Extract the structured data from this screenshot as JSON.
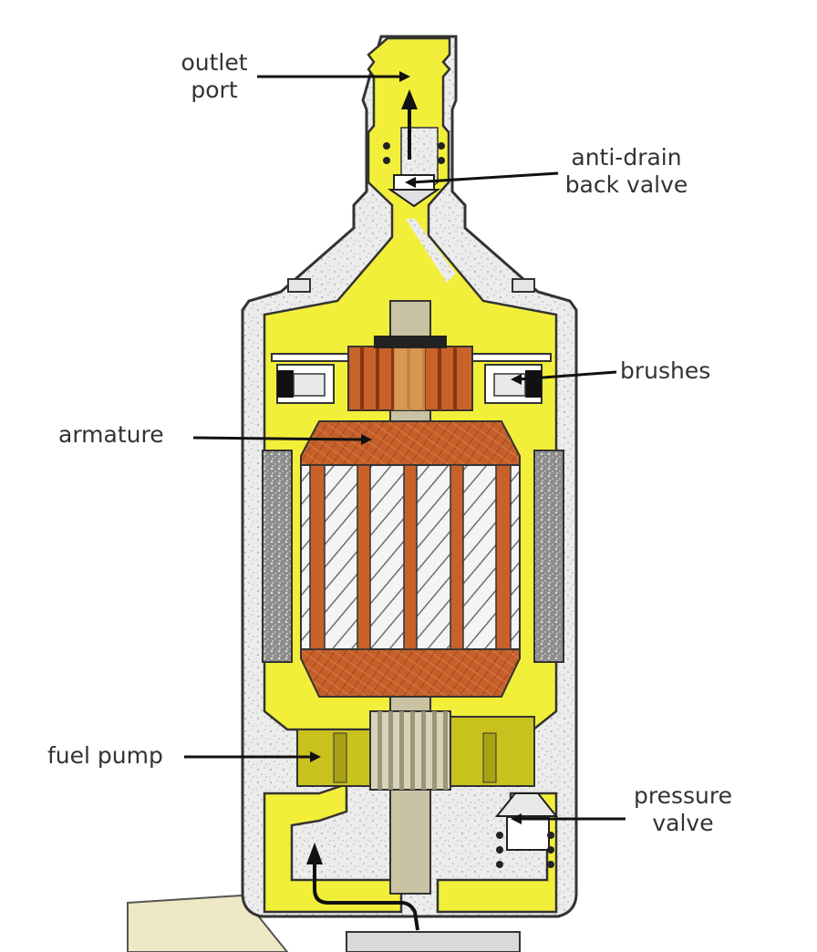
{
  "labels": {
    "outlet_port": [
      "outlet",
      "port"
    ],
    "anti_drain_back_valve": [
      "anti-drain",
      "back valve"
    ],
    "brushes": "brushes",
    "armature": "armature",
    "fuel_pump": "fuel pump",
    "pressure_valve": [
      "pressure",
      "valve"
    ]
  },
  "colors": {
    "fuel": "#f2ef3a",
    "housing": "#e9e9e9",
    "copper": "#c8622a",
    "shaft": "#c9c3a4",
    "magnet": "#8f8f8f",
    "pump_body": "#c9c21e",
    "outline": "#222222",
    "base": "#efe8c4"
  }
}
